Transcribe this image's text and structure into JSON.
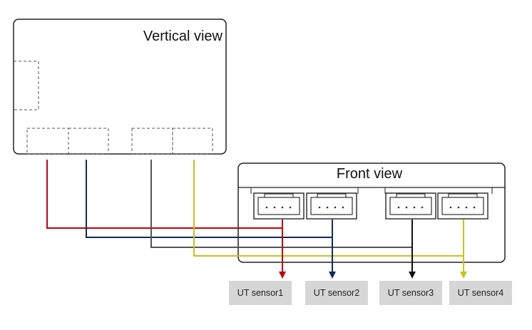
{
  "vertical_view": {
    "title": "Vertical view"
  },
  "front_view": {
    "title": "Front view"
  },
  "sensors": [
    {
      "label": "UT sensor1",
      "wire_color": "#c0000c"
    },
    {
      "label": "UT sensor2",
      "wire_color": "#102a5c"
    },
    {
      "label": "UT sensor3",
      "wire_color": "#111111"
    },
    {
      "label": "UT sensor4",
      "wire_color": "#c8c21a"
    }
  ],
  "colors": {
    "outline": "#222222",
    "dashed": "#555555",
    "connector": "#333333",
    "sensor_box_fill": "#d6d6d6",
    "wire_gray": "#555555"
  }
}
